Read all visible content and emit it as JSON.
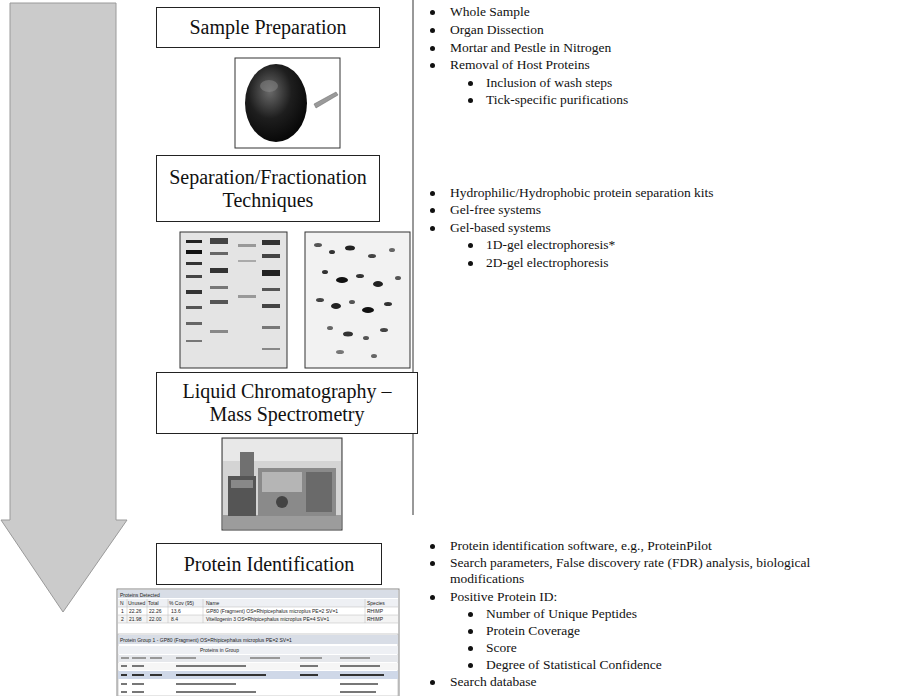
{
  "diagram": {
    "nodes": [
      {
        "text": [
          "Sample Preparation"
        ]
      },
      {
        "text": [
          "Separation/Fractionation Techniques"
        ]
      },
      {
        "text": [
          "Liquid Chromatography – Mass Spectrometry"
        ]
      },
      {
        "text": [
          "Protein Identification"
        ]
      }
    ],
    "labels": [
      "Whole Sample",
      "Organ Dissection",
      "Mortar and Pestle in Nitrogen",
      "Removal of Host Proteins",
      "Inclusion of wash steps",
      "Tick-specific purifications",
      "Hydrophilic/Hydrophobic protein separation kits",
      "Gel-free systems",
      "Gel-based systems",
      "1D-gel electrophoresis*",
      "2D-gel electrophoresis",
      "Protein identification software, e.g., ProteinPilot",
      "Search parameters, False discovery rate (FDR) analysis, biological modifications",
      "Positive Protein ID:",
      "Number of Unique Peptides",
      "Protein Coverage",
      "Score",
      "Degree of Statistical Confidence",
      "Search database",
      "Proteins Detected",
      "N",
      "Unused",
      "Total",
      "% Cov (95)",
      "Name",
      "Species",
      "1",
      "22.26",
      "22.26",
      "13.6",
      "GP80 (Fragment) OS=Rhipicephalus microplus PE=2 SV=1",
      "RHIMP",
      "2",
      "21.98",
      "22.00",
      "8.4",
      "Vitellogenin 3 OS=Rhipicephalus microplus PE=4 SV=1",
      "RHIMP",
      "Protein Group 1 - GP80 (Fragment) OS=Rhipicephalus microplus PE=2 SV=1",
      "Proteins in Group"
    ]
  }
}
